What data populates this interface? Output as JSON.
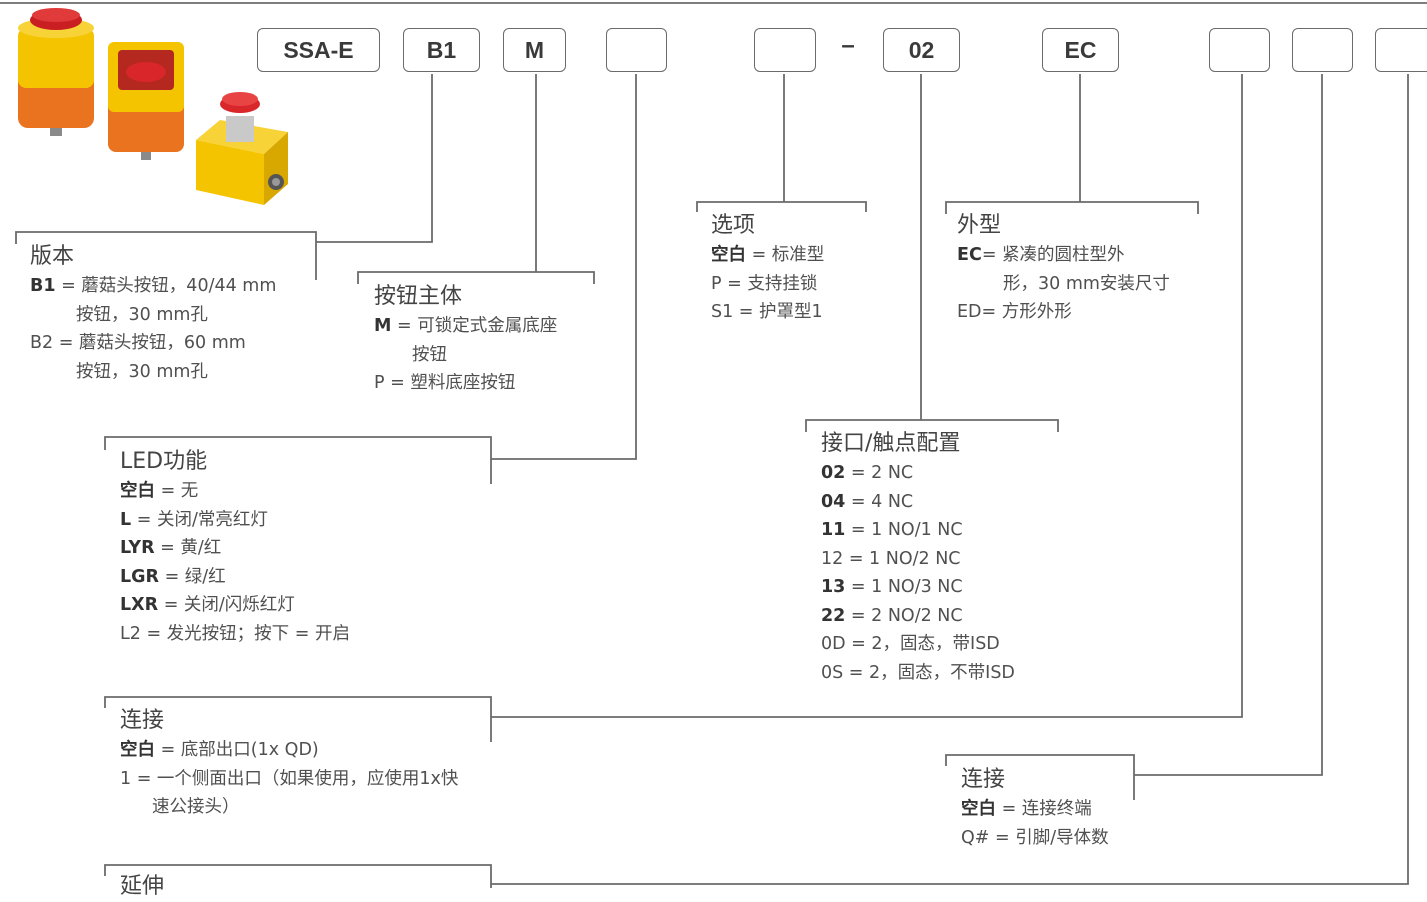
{
  "boxes": [
    "SSA-E",
    "B1",
    "M",
    "",
    "",
    "02",
    "EC",
    "",
    "",
    ""
  ],
  "dash": "–",
  "sections": {
    "version": {
      "title": "版本",
      "rows": [
        {
          "code": "B1",
          "text": " = 蘑菇头按钮，40/44 mm"
        },
        {
          "code": "",
          "text": "按钮，30 mm孔"
        },
        {
          "code": "",
          "text": "B2 = 蘑菇头按钮，60 mm"
        },
        {
          "code": "",
          "text": "按钮，30 mm孔"
        }
      ]
    },
    "body": {
      "title": "按钮主体",
      "rows": [
        {
          "code": "M",
          "text": " = 可锁定式金属底座"
        },
        {
          "code": "",
          "text": "按钮"
        },
        {
          "code": "",
          "text": "P = 塑料底座按钮"
        }
      ]
    },
    "options": {
      "title": "选项",
      "rows": [
        {
          "code": "空白",
          "text": " = 标准型"
        },
        {
          "code": "",
          "text": "P = 支持挂锁"
        },
        {
          "code": "",
          "text": "S1 = 护罩型1"
        }
      ]
    },
    "shape": {
      "title": "外型",
      "rows": [
        {
          "code": "EC",
          "text": "= 紧凑的圆柱型外"
        },
        {
          "code": "",
          "text": "形，30 mm安装尺寸"
        },
        {
          "code": "",
          "text": "ED= 方形外形"
        }
      ]
    },
    "led": {
      "title": "LED功能",
      "rows": [
        {
          "code": "空白",
          "text": " = 无"
        },
        {
          "code": "L",
          "text": " = 关闭/常亮红灯"
        },
        {
          "code": "LYR",
          "text": " = 黄/红"
        },
        {
          "code": "LGR",
          "text": " = 绿/红"
        },
        {
          "code": "LXR",
          "text": " = 关闭/闪烁红灯"
        },
        {
          "code": "",
          "text": "L2 = 发光按钮；按下 = 开启"
        }
      ]
    },
    "interface": {
      "title": "接口/触点配置",
      "rows": [
        {
          "code": "02",
          "text": " = 2 NC"
        },
        {
          "code": "04",
          "text": " = 4 NC"
        },
        {
          "code": "11",
          "text": " = 1 NO/1 NC"
        },
        {
          "code": "",
          "text": "12 = 1 NO/2 NC"
        },
        {
          "code": "13",
          "text": " = 1 NO/3 NC"
        },
        {
          "code": "22",
          "text": " = 2 NO/2 NC"
        },
        {
          "code": "",
          "text": "0D = 2，固态，带ISD"
        },
        {
          "code": "",
          "text": "0S = 2，固态，不带ISD"
        }
      ]
    },
    "connection1": {
      "title": "连接",
      "rows": [
        {
          "code": "空白",
          "text": " = 底部出口(1x QD)"
        },
        {
          "code": "",
          "text": "1 = 一个侧面出口（如果使用，应使用1x快"
        },
        {
          "code": "",
          "text": "速公接头）"
        }
      ]
    },
    "connection2": {
      "title": "连接",
      "rows": [
        {
          "code": "空白",
          "text": " = 连接终端"
        },
        {
          "code": "",
          "text": "Q# = 引脚/导体数"
        }
      ]
    },
    "extension": {
      "title": "延伸",
      "rows": []
    }
  },
  "colors": {
    "line": "#6b6b6b",
    "button_red": "#d8262a",
    "housing_yellow": "#f5c400",
    "housing_orange": "#e9731e"
  },
  "icons": [
    "product-photo-cylindrical-estop",
    "product-photo-shroud-estop",
    "product-photo-square-estop"
  ]
}
